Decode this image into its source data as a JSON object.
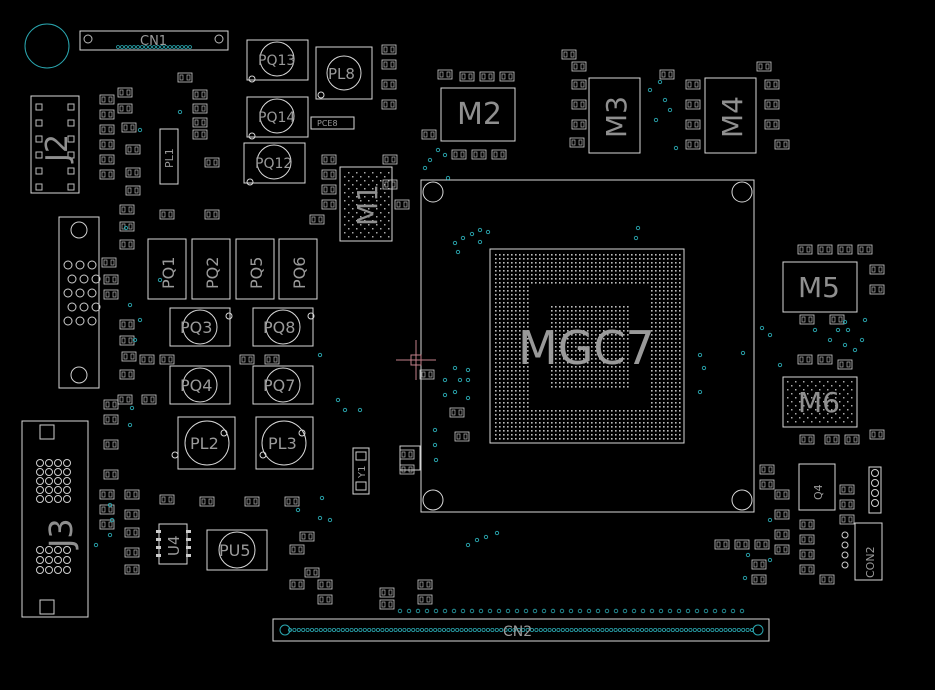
{
  "colors": {
    "background": "#000000",
    "outline": "#d8d8d8",
    "text": "#9a9a9a",
    "via": "#2aa7b0",
    "cursor": "#c2808a"
  },
  "labels": {
    "cn1": "CN1",
    "cn2": "CN2",
    "j2": "J2",
    "j3": "J3",
    "pq13": "PQ13",
    "pq14": "PQ14",
    "pq12": "PQ12",
    "pl8": "PL8",
    "pce8": "PCE8",
    "m1": "M1",
    "m2": "M2",
    "m3": "M3",
    "m4": "M4",
    "m5": "M5",
    "m6": "M6",
    "pq1": "PQ1",
    "pq2": "PQ2",
    "pq5": "PQ5",
    "pq6": "PQ6",
    "pq3": "PQ3",
    "pq8": "PQ8",
    "pq4": "PQ4",
    "pq7": "PQ7",
    "pl2": "PL2",
    "pl3": "PL3",
    "pl1": "PL1",
    "u4": "U4",
    "pu5": "PU5",
    "y1": "Y1",
    "q4": "Q4",
    "con2": "CON2",
    "cpu": "MGC7"
  }
}
